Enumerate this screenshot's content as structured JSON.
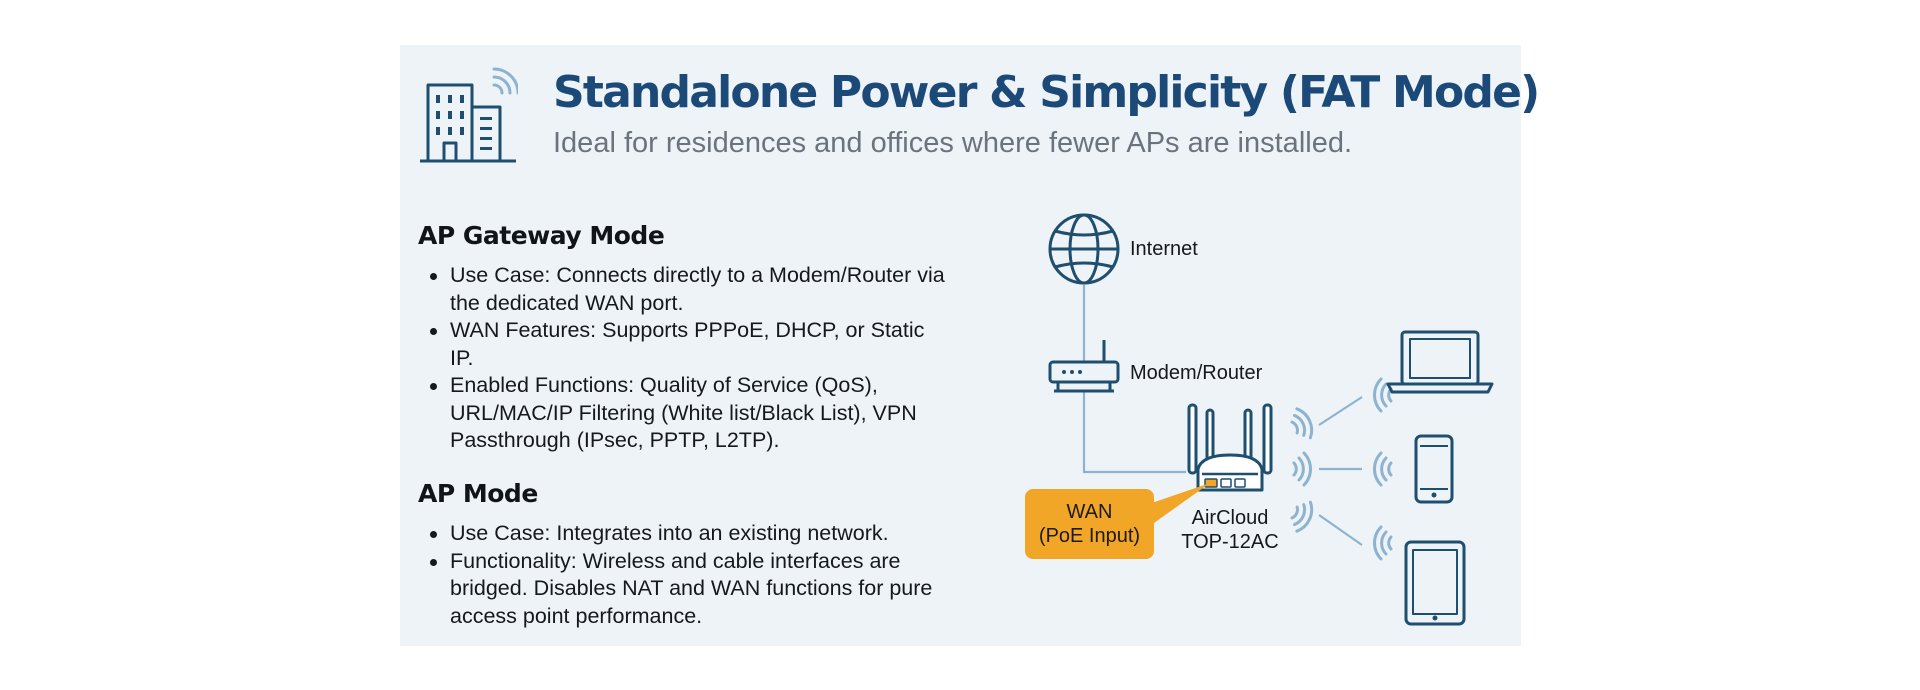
{
  "header": {
    "title": "Standalone Power & Simplicity (FAT Mode)",
    "subtitle": "Ideal for residences and offices where fewer APs are installed."
  },
  "sections": [
    {
      "heading": "AP Gateway Mode",
      "bullets": [
        "Use Case: Connects directly to a Modem/Router via the dedicated WAN port.",
        "WAN Features: Supports PPPoE, DHCP, or Static IP.",
        "Enabled Functions: Quality of Service (QoS), URL/MAC/IP Filtering (White list/Black List), VPN Passthrough (IPsec, PPTP, L2TP)."
      ]
    },
    {
      "heading": "AP Mode",
      "bullets": [
        "Use Case: Integrates into an existing network.",
        "Functionality: Wireless and cable interfaces are bridged. Disables NAT and WAN functions for pure access point performance."
      ]
    }
  ],
  "diagram": {
    "internet_label": "Internet",
    "modem_label": "Modem/Router",
    "ap_label_line1": "AirCloud",
    "ap_label_line2": "TOP-12AC",
    "wan_line1": "WAN",
    "wan_line2": "(PoE Input)"
  },
  "colors": {
    "title": "#1c4a78",
    "icon_stroke": "#1e4f6f",
    "link_line": "#8db3cf",
    "wan_callout": "#f2a627",
    "panel_bg": "#eef3f8"
  },
  "icons": [
    "building-icon",
    "wifi-signal-icon",
    "globe-icon",
    "modem-router-icon",
    "access-point-icon",
    "laptop-icon",
    "phone-icon",
    "tablet-icon"
  ]
}
